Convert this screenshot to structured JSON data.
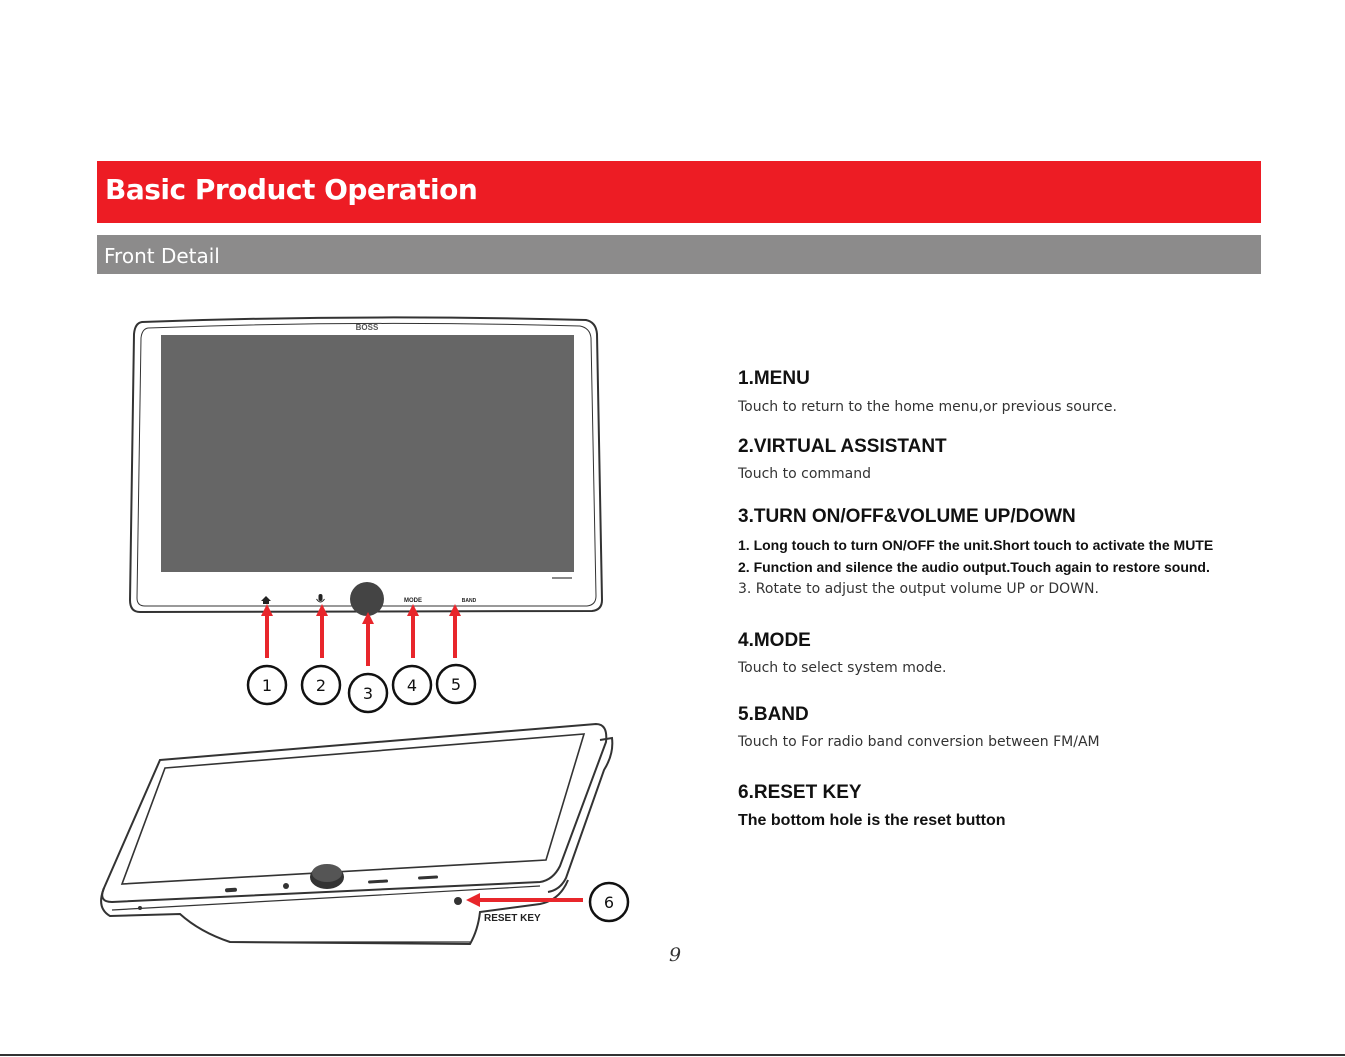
{
  "header": {
    "title": "Basic Product Operation",
    "subtitle": "Front Detail"
  },
  "diagram": {
    "device_logo": "BOSS",
    "labels": {
      "mode": "MODE",
      "band": "BAND",
      "reset_key": "RESET KEY"
    },
    "callouts": [
      "1",
      "2",
      "3",
      "4",
      "5",
      "6"
    ],
    "colors": {
      "arrow": "#e8262b",
      "screen": "#666666",
      "outline": "#333333"
    },
    "icons": [
      "home-icon",
      "microphone-icon",
      "volume-knob-icon"
    ]
  },
  "instructions": [
    {
      "heading": "1.MENU",
      "lines": [
        "Touch to return to the home menu,or previous source."
      ]
    },
    {
      "heading": "2.VIRTUAL ASSISTANT",
      "lines": [
        "Touch to command"
      ]
    },
    {
      "heading": "3.TURN ON/OFF&VOLUME UP/DOWN",
      "lines": [
        "1. Long touch to turn ON/OFF the unit.Short touch to activate the MUTE",
        "2. Function and silence the audio output.Touch again to restore sound.",
        "3. Rotate to adjust the output volume UP or DOWN."
      ]
    },
    {
      "heading": "4.MODE",
      "lines": [
        "Touch to select system mode."
      ]
    },
    {
      "heading": "5.BAND",
      "lines": [
        "Touch to For radio band conversion between FM/AM"
      ]
    },
    {
      "heading": "6.RESET KEY",
      "lines": [
        "The bottom hole is the reset button"
      ]
    }
  ],
  "footer": {
    "page_number": "9"
  }
}
